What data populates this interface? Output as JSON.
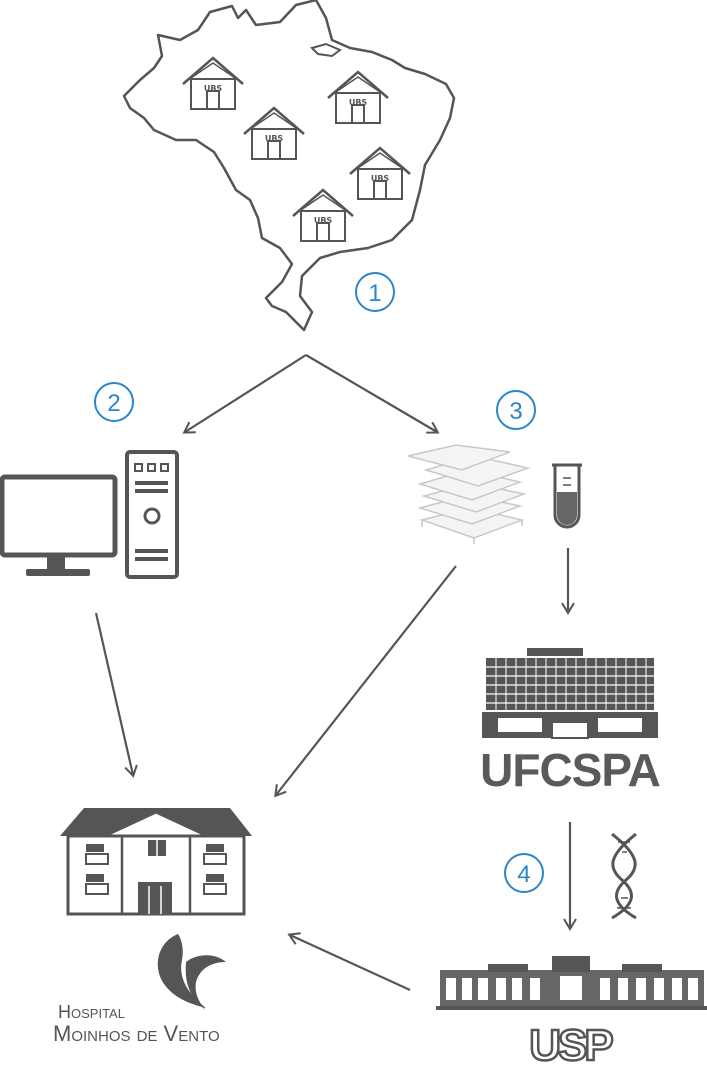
{
  "map": {
    "ubs_labels": [
      "UBS",
      "UBS",
      "UBS",
      "UBS",
      "UBS"
    ]
  },
  "steps": {
    "step1": "1",
    "step2": "2",
    "step3": "3",
    "step4": "4"
  },
  "institutions": {
    "ufcspa": "UFCSPA",
    "usp": "USP",
    "hospital_line1": "Hospital",
    "hospital_line2": "Moinhos de Vento"
  },
  "colors": {
    "accent": "#2a86c8",
    "icon_gray": "#555555"
  }
}
